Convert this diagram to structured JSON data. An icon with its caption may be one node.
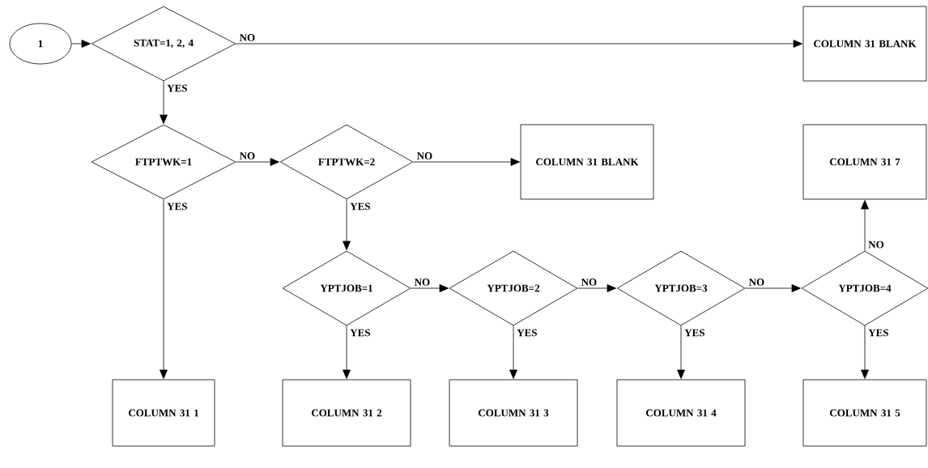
{
  "diagram": {
    "nodes": [
      {
        "text": [
          "1"
        ]
      },
      {
        "text": [
          "STAT=1, 2, 4"
        ]
      },
      {
        "text": [
          "COLUMN 31 BLANK"
        ]
      },
      {
        "text": [
          "FTPTWK=1"
        ]
      },
      {
        "text": [
          "FTPTWK=2"
        ]
      },
      {
        "text": [
          "COLUMN 31 BLANK"
        ]
      },
      {
        "text": [
          "COLUMN 31 7"
        ]
      },
      {
        "text": [
          "YPTJOB=1"
        ]
      },
      {
        "text": [
          "YPTJOB=2"
        ]
      },
      {
        "text": [
          "YPTJOB=3"
        ]
      },
      {
        "text": [
          "YPTJOB=4"
        ]
      },
      {
        "text": [
          "COLUMN 31 1"
        ]
      },
      {
        "text": [
          "COLUMN 31 2"
        ]
      },
      {
        "text": [
          "COLUMN 31 3"
        ]
      },
      {
        "text": [
          "COLUMN 31 4"
        ]
      },
      {
        "text": [
          "COLUMN 31 5"
        ]
      }
    ],
    "edges": [
      {
        "from": 0,
        "to": 1,
        "arrow": "to"
      },
      {
        "from": 1,
        "to": 2,
        "arrow": "to",
        "label": "NO"
      },
      {
        "from": 1,
        "to": 3,
        "arrow": "to",
        "label": "YES"
      },
      {
        "from": 3,
        "to": 4,
        "arrow": "to",
        "label": "NO"
      },
      {
        "from": 3,
        "to": 11,
        "arrow": "to",
        "label": "YES"
      },
      {
        "from": 4,
        "to": 5,
        "arrow": "to",
        "label": "NO"
      },
      {
        "from": 4,
        "to": 7,
        "arrow": "to",
        "label": "YES"
      },
      {
        "from": 7,
        "to": 8,
        "arrow": "to",
        "label": "NO"
      },
      {
        "from": 7,
        "to": 12,
        "arrow": "to",
        "label": "YES"
      },
      {
        "from": 8,
        "to": 9,
        "arrow": "to",
        "label": "NO"
      },
      {
        "from": 8,
        "to": 13,
        "arrow": "to",
        "label": "YES"
      },
      {
        "from": 9,
        "to": 10,
        "arrow": "to",
        "label": "NO"
      },
      {
        "from": 9,
        "to": 14,
        "arrow": "to",
        "label": "YES"
      },
      {
        "from": 10,
        "to": 6,
        "arrow": "to",
        "label": "NO"
      },
      {
        "from": 10,
        "to": 15,
        "arrow": "to",
        "label": "YES"
      }
    ]
  }
}
